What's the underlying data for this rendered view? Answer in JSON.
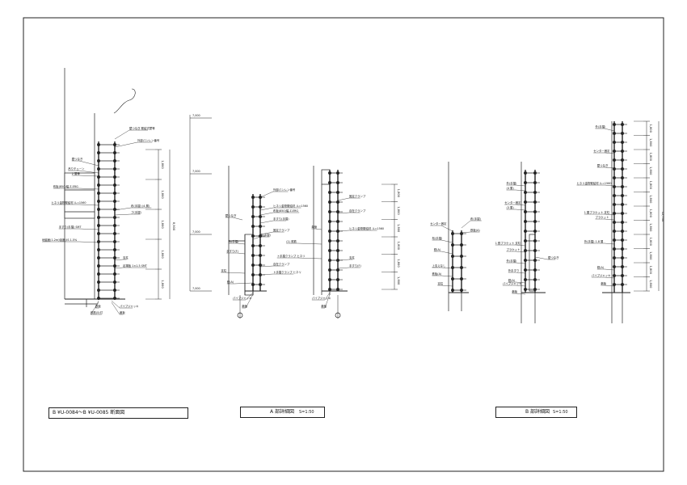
{
  "titles": {
    "elevation": "B ¥U-0084～B ¥U-0085 断面図",
    "detail_a": "A 部詳細図",
    "detail_a_scale": "S=1:50",
    "detail_b": "B 部詳細図",
    "detail_b_scale": "S=1:50"
  },
  "drawing1": {
    "labels": [
      "壁つなぎ 緊結式壁等",
      "外部パンレン番号",
      "壁つなぎ",
      "吊りチェーン",
      "2 層毎",
      "布板(850)幅 Z-ERG",
      "ヒネリ金物緊結材 ル=1560",
      "布(手摺) (4 層)",
      "ブ(手摺)",
      "手すり(手摺) SMT",
      "地盤面(1.2m)強度 JIS 1.5%",
      "支柱",
      "足場板 1×1.5 SMT",
      "パイプジャッキ",
      "敷板",
      "鉄板",
      "鉄筋(5)付",
      "鉄筋(4)付",
      "支柱式高さ"
    ],
    "dims": [
      "1,800",
      "1,800",
      "1,800",
      "1,800",
      "1,800",
      "8,900"
    ]
  },
  "drawing2": {
    "labels": [
      "壁つなぎ",
      "外部パンレン番号",
      "ヒネリ金物緊結材 ル=1560",
      "布板(850)幅 Z-ERG",
      "布(手摺)",
      "布(手摺)",
      "手すり(手摺)",
      "固定クランプ",
      "自在クランプ",
      "支柱",
      "手すり(F)",
      "ト手摺クランプ ヒネリ",
      "パイプジャッキ",
      "敷板",
      "鉄(A)",
      "単管",
      "固定クランプ",
      "自在クランプ",
      "ヒネリ金物緊結材 ル=1560",
      "(1) 鉄筋",
      "ト手摺クランプ ヒネリ",
      "支柱",
      "手すり(F)",
      "パイプジャッキ",
      "敷板"
    ],
    "levels": [
      "7,000",
      "7,000",
      "7,000",
      "7,000"
    ],
    "dims": [
      "1,800",
      "1,800",
      "1,800",
      "1,800",
      "1,800",
      "1,800",
      "1,800",
      "1,800"
    ]
  },
  "drawing3": {
    "labels": [
      "センター固定",
      "布(手摺) ",
      "布(手摺)",
      "鉄(A)",
      "上支えなし",
      "鉄板(A)",
      "支柱",
      "鉄板(A)",
      "センター固定",
      "外(手摺)",
      "1 鉄ブラケット 支柱",
      "ブラケット",
      "外(手摺)",
      "外手すり",
      "(4 層)",
      "(3 層)",
      "鉄(A)",
      "パイプジャッキ",
      "敷板",
      "壁つなぎ",
      "外(手摺)",
      "センター固定",
      "壁つなぎ",
      "ヒネリ金物緊結材 ル=1560",
      "1 層ブラケット 支柱",
      "ブラケット",
      "外(手摺) 1.8 層",
      "鉄(A)",
      "パイプジャッキ",
      "敷板"
    ],
    "dims": [
      "1,800",
      "1,800",
      "1,800",
      "1,800",
      "1,800",
      "1,800",
      "1,800",
      "1,800",
      "1,800",
      "1,800",
      "1,800",
      "1,800",
      "1,800",
      "12,700"
    ]
  }
}
